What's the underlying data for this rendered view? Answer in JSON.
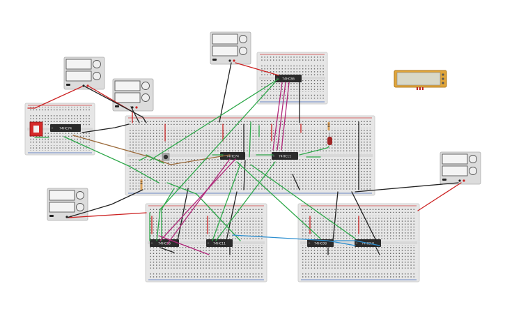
{
  "colors": {
    "breadboard": "#e6e6e6",
    "breadboard_border": "#cfcfcf",
    "hole": "#555555",
    "rail_red": "#d23a3a",
    "rail_blue": "#3f66b8",
    "chip": "#2b2b2b",
    "wire_green": "#2ea84a",
    "wire_black": "#222222",
    "wire_red": "#cc2222",
    "wire_magenta": "#b0287a",
    "wire_brown": "#9b6a3a",
    "wire_blue": "#2d8fd0",
    "lcd_frame": "#e0a53a",
    "lcd_screen": "#d8d8c8",
    "psu_body": "#dcdcdc"
  },
  "icons": {
    "knob": "knob-icon",
    "switch": "slide-switch-icon",
    "led": "led-icon",
    "resistor": "resistor-icon",
    "lcd": "lcd-display-icon"
  },
  "chips": [
    {
      "id": "chip-a",
      "label": "74HC74"
    },
    {
      "id": "chip-b",
      "label": "74HC86"
    },
    {
      "id": "chip-c",
      "label": "74HC74"
    },
    {
      "id": "chip-d",
      "label": "74HC11"
    },
    {
      "id": "chip-e",
      "label": "74HC86"
    },
    {
      "id": "chip-f",
      "label": "74HC11"
    },
    {
      "id": "chip-g",
      "label": "74HC08"
    },
    {
      "id": "chip-h",
      "label": "74HC10"
    }
  ]
}
